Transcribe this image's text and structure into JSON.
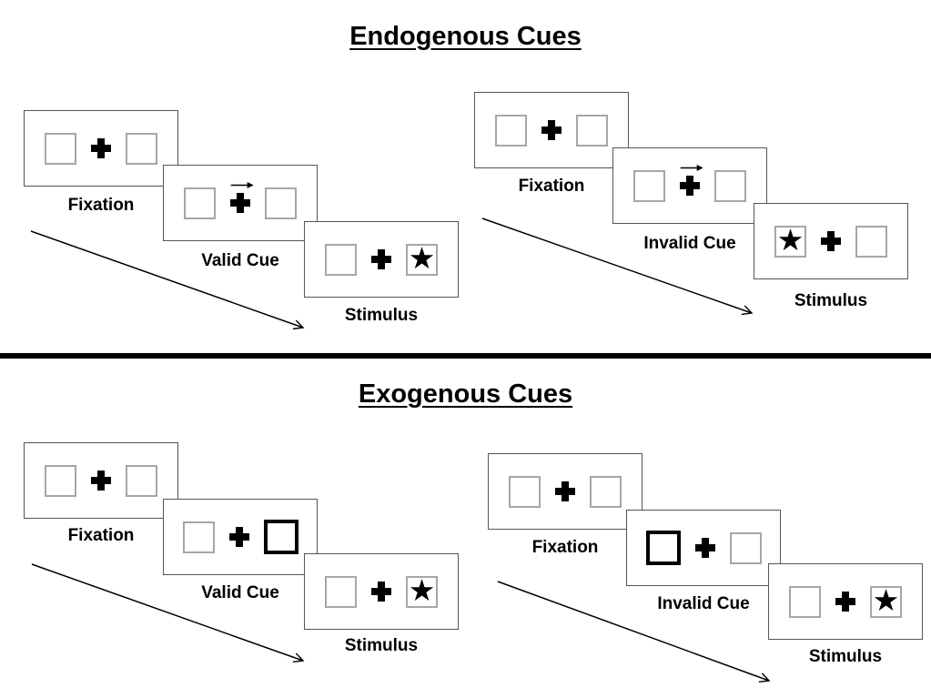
{
  "colors": {
    "background": "#ffffff",
    "ink": "#000000",
    "panel_border": "#555555",
    "placeholder_box_border": "#a6a6a6",
    "cue_highlight_border": "#000000",
    "divider": "#000000"
  },
  "glyphs": {
    "star": "★"
  },
  "icons": {
    "fixation_cross": "plus-cross-icon",
    "cue_arrow": "right-arrow-icon",
    "sequence_arrow": "diagonal-arrow-icon"
  },
  "sections": [
    {
      "title": "Endogenous Cues",
      "groups": [
        {
          "name": "valid",
          "panels": [
            {
              "label": "Fixation",
              "cue": "none",
              "star_side": "none"
            },
            {
              "label": "Valid Cue",
              "cue": "arrow-right",
              "star_side": "none"
            },
            {
              "label": "Stimulus",
              "cue": "none",
              "star_side": "right"
            }
          ]
        },
        {
          "name": "invalid",
          "panels": [
            {
              "label": "Fixation",
              "cue": "none",
              "star_side": "none"
            },
            {
              "label": "Invalid Cue",
              "cue": "arrow-right",
              "star_side": "none"
            },
            {
              "label": "Stimulus",
              "cue": "none",
              "star_side": "left"
            }
          ]
        }
      ]
    },
    {
      "title": "Exogenous Cues",
      "groups": [
        {
          "name": "valid",
          "panels": [
            {
              "label": "Fixation",
              "cue": "none",
              "star_side": "none"
            },
            {
              "label": "Valid Cue",
              "cue": "highlight-right-box",
              "star_side": "none"
            },
            {
              "label": "Stimulus",
              "cue": "none",
              "star_side": "right"
            }
          ]
        },
        {
          "name": "invalid",
          "panels": [
            {
              "label": "Fixation",
              "cue": "none",
              "star_side": "none"
            },
            {
              "label": "Invalid Cue",
              "cue": "highlight-left-box",
              "star_side": "none"
            },
            {
              "label": "Stimulus",
              "cue": "none",
              "star_side": "right"
            }
          ]
        }
      ]
    }
  ]
}
